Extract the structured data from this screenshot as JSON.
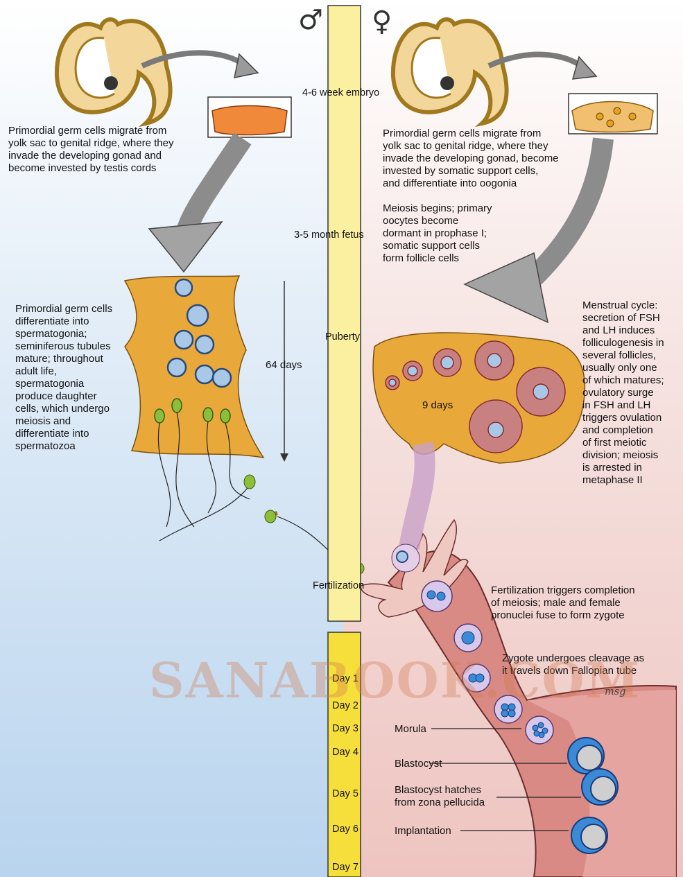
{
  "symbols": {
    "male": "♂",
    "female": "♀"
  },
  "timeline": {
    "stages": [
      "4-6 week embryo",
      "3-5 month fetus",
      "Puberty",
      "Fertilization"
    ],
    "days": [
      "Day 1",
      "Day 2",
      "Day 3",
      "Day 4",
      "Day 5",
      "Day 6",
      "Day 7"
    ]
  },
  "male": {
    "migration_text": "Primordial germ cells migrate from\nyolk sac to genital ridge, where they\ninvade the developing gonad and\nbecome invested by testis cords",
    "spermatogenesis_text": "Primordial germ cells\ndifferentiate into\nspermatogonia;\nseminiferous tubules\nmature; throughout\nadult life,\nspermatogonia\nproduce daughter\ncells, which undergo\nmeiosis and\ndifferentiate into\nspermatozoa",
    "duration_label": "64 days"
  },
  "female": {
    "migration_text": "Primordial germ cells migrate from\nyolk sac to genital ridge, where they\ninvade the developing gonad, become\ninvested by somatic support cells,\nand differentiate into oogonia",
    "meiosis_text": "Meiosis begins; primary\noocytes become\ndormant in prophase I;\nsomatic support cells\nform follicle cells",
    "menstrual_text": "Menstrual cycle:\nsecretion of FSH\nand LH induces\nfolliculogenesis in\nseveral follicles,\nusually only one\nof which matures;\novulatory surge\nin FSH and LH\ntriggers ovulation\nand completion\nof first meiotic\ndivision; meiosis\nis arrested in\nmetaphase II",
    "duration_label": "9 days",
    "fertilization_text": "Fertilization triggers completion\nof meiosis; male and female\npronuclei fuse to form zygote",
    "cleavage_text": "Zygote undergoes cleavage as\nit travels down Fallopian tube",
    "labels": {
      "morula": "Morula",
      "blastocyst": "Blastocyst",
      "hatching": "Blastocyst hatches\nfrom zona pellucida",
      "implantation": "Implantation"
    }
  },
  "watermark": "SANABOOK.COM",
  "signature": "msg"
}
